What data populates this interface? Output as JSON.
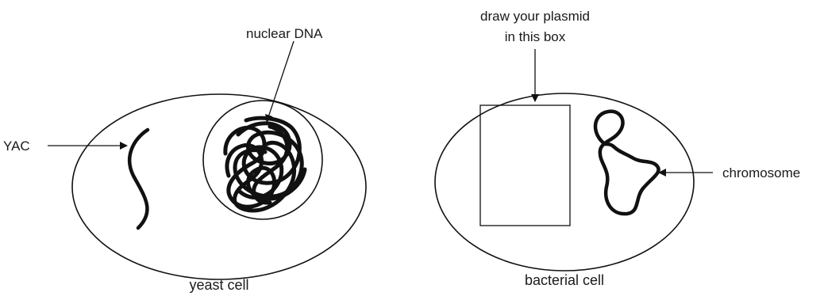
{
  "diagram": {
    "labels": {
      "yac": "YAC",
      "nuclear_dna": "nuclear DNA",
      "yeast_cell": "yeast cell",
      "plasmid_instruction_line1": "draw your plasmid",
      "plasmid_instruction_line2": "in this box",
      "chromosome": "chromosome",
      "bacterial_cell": "bacterial cell"
    },
    "colors": {
      "stroke": "#111111",
      "background": "#ffffff",
      "text": "#1a1a1a"
    }
  }
}
